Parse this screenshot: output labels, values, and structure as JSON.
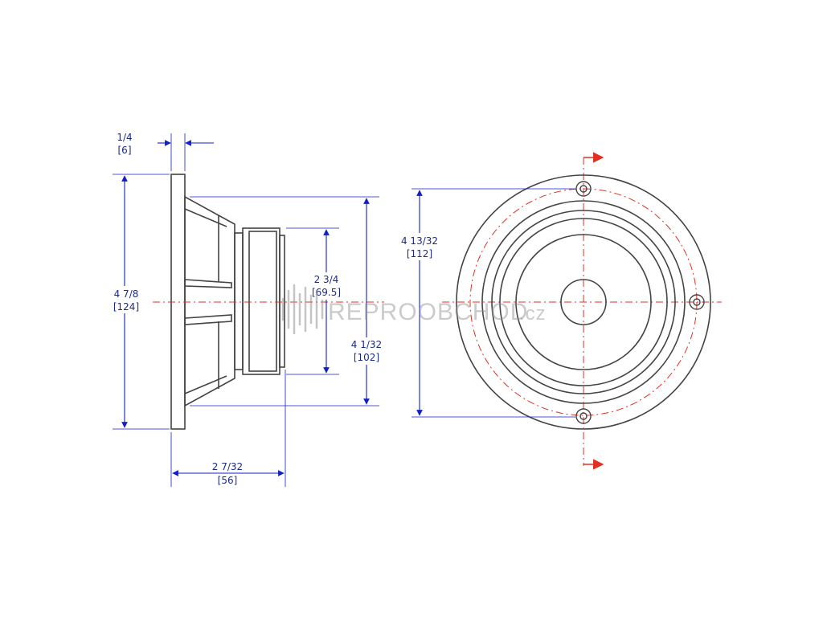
{
  "colors": {
    "outline": "#444444",
    "dimension": "#1020c8",
    "dimension_text": "#1a2a8c",
    "centerline": "#e03020",
    "watermark": "#8c8c8c"
  },
  "side_view": {
    "flange_thickness": {
      "inch": "1/4",
      "mm": "[6]"
    },
    "overall_height": {
      "inch": "4 7/8",
      "mm": "[124]"
    },
    "magnet_diameter": {
      "inch": "2 3/4",
      "mm": "[69.5]"
    },
    "basket_height": {
      "inch": "4 1/32",
      "mm": "[102]"
    },
    "mounting_depth": {
      "inch": "2 7/32",
      "mm": "[56]"
    }
  },
  "front_view": {
    "bolt_circle": {
      "inch": "4 13/32",
      "mm": "[112]"
    }
  },
  "watermark": {
    "brand": "REPROOBCHOD",
    "suffix": ".cz",
    "icon": "sound-wave-icon"
  }
}
